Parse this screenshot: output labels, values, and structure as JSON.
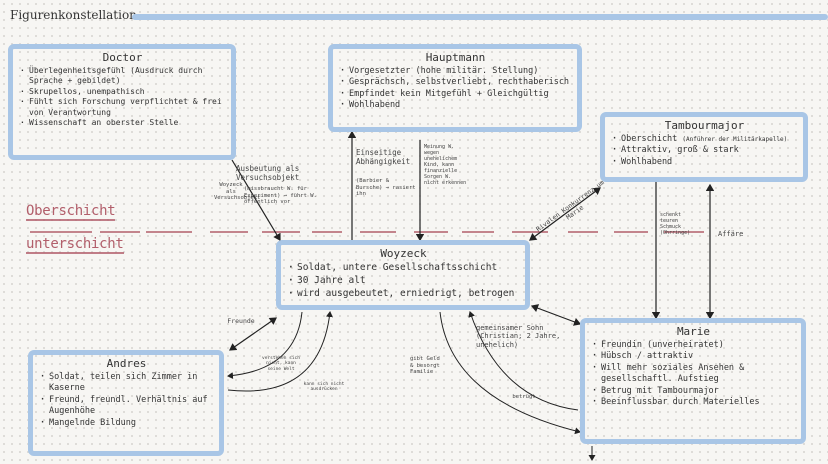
{
  "page": {
    "title": "Figurenkonstellation"
  },
  "classes": {
    "upper": "Oberschicht",
    "lower": "unterschicht"
  },
  "boxes": {
    "doctor": {
      "title": "Doctor",
      "items": [
        "Überlegenheitsgefühl (Ausdruck durch Sprache + gebildet)",
        "Skrupellos, unempathisch",
        "Fühlt sich Forschung verpflichtet & frei von Verantwortung",
        "Wissenschaft an oberster Stelle"
      ]
    },
    "hauptmann": {
      "title": "Hauptmann",
      "items": [
        "Vorgesetzter (hohe militär. Stellung)",
        "Gesprächsch, selbstverliebt, rechthaberisch",
        "Empfindet kein Mitgefühl + Gleichgültig",
        "Wohlhabend"
      ]
    },
    "tambourmajor": {
      "title": "Tambourmajor",
      "items": [
        {
          "text": "Oberschicht",
          "note": "(Anführer der Militärkapelle)"
        },
        "Attraktiv, groß & stark",
        "Wohlhabend"
      ]
    },
    "woyzeck": {
      "title": "Woyzeck",
      "items": [
        "Soldat, untere Gesellschaftsschicht",
        "30 Jahre alt",
        "wird ausgebeutet, erniedrigt, betrogen"
      ]
    },
    "andres": {
      "title": "Andres",
      "items": [
        "Soldat, teilen sich Zimmer in Kaserne",
        "Freund, freundl. Verhältnis auf Augenhöhe",
        "Mangelnde Bildung"
      ]
    },
    "marie": {
      "title": "Marie",
      "items": [
        "Freundin (unverheiratet)",
        "Hübsch / attraktiv",
        "Will mehr soziales Ansehen & gesellschaftl. Aufstieg",
        "Betrug mit Tambourmajor",
        "Beeinflussbar durch Materielles"
      ]
    }
  },
  "relations": {
    "doctor_woyzeck": "Ausbeutung als Versuchsobjekt",
    "doctor_woyzeck_detail": "(missbraucht W. für Experiment) → führt W. öffentlich vor",
    "woyzeck_left": "Woyzeck als Versuchsobjekt",
    "hauptmann_woyzeck": "Einseitige Abhängigkeit",
    "hauptmann_woyzeck_detail": "(Barbier & Bursche) → rasiert ihn",
    "hauptmann_woyzeck_right": "Meinung W. wegen unehelichem Kind, kann finanzielle Sorgen W. nicht erkennen",
    "tambour_woyzeck": "Rivalen Konkurrenz um Marie",
    "tambour_marie": "schenkt teuren Schmuck (Ohrringe)",
    "affair": "Affäre",
    "freunde": "Freunde",
    "andres_1": "verstehen sich nicht, kann seine Welt",
    "andres_2": "kann sich nicht ausdrücken",
    "son": "gemeinsamer Sohn (Christian; 2 Jahre, unehelich)",
    "money": "gibt Geld & besorgt Familie",
    "betrug": "betrügt"
  }
}
